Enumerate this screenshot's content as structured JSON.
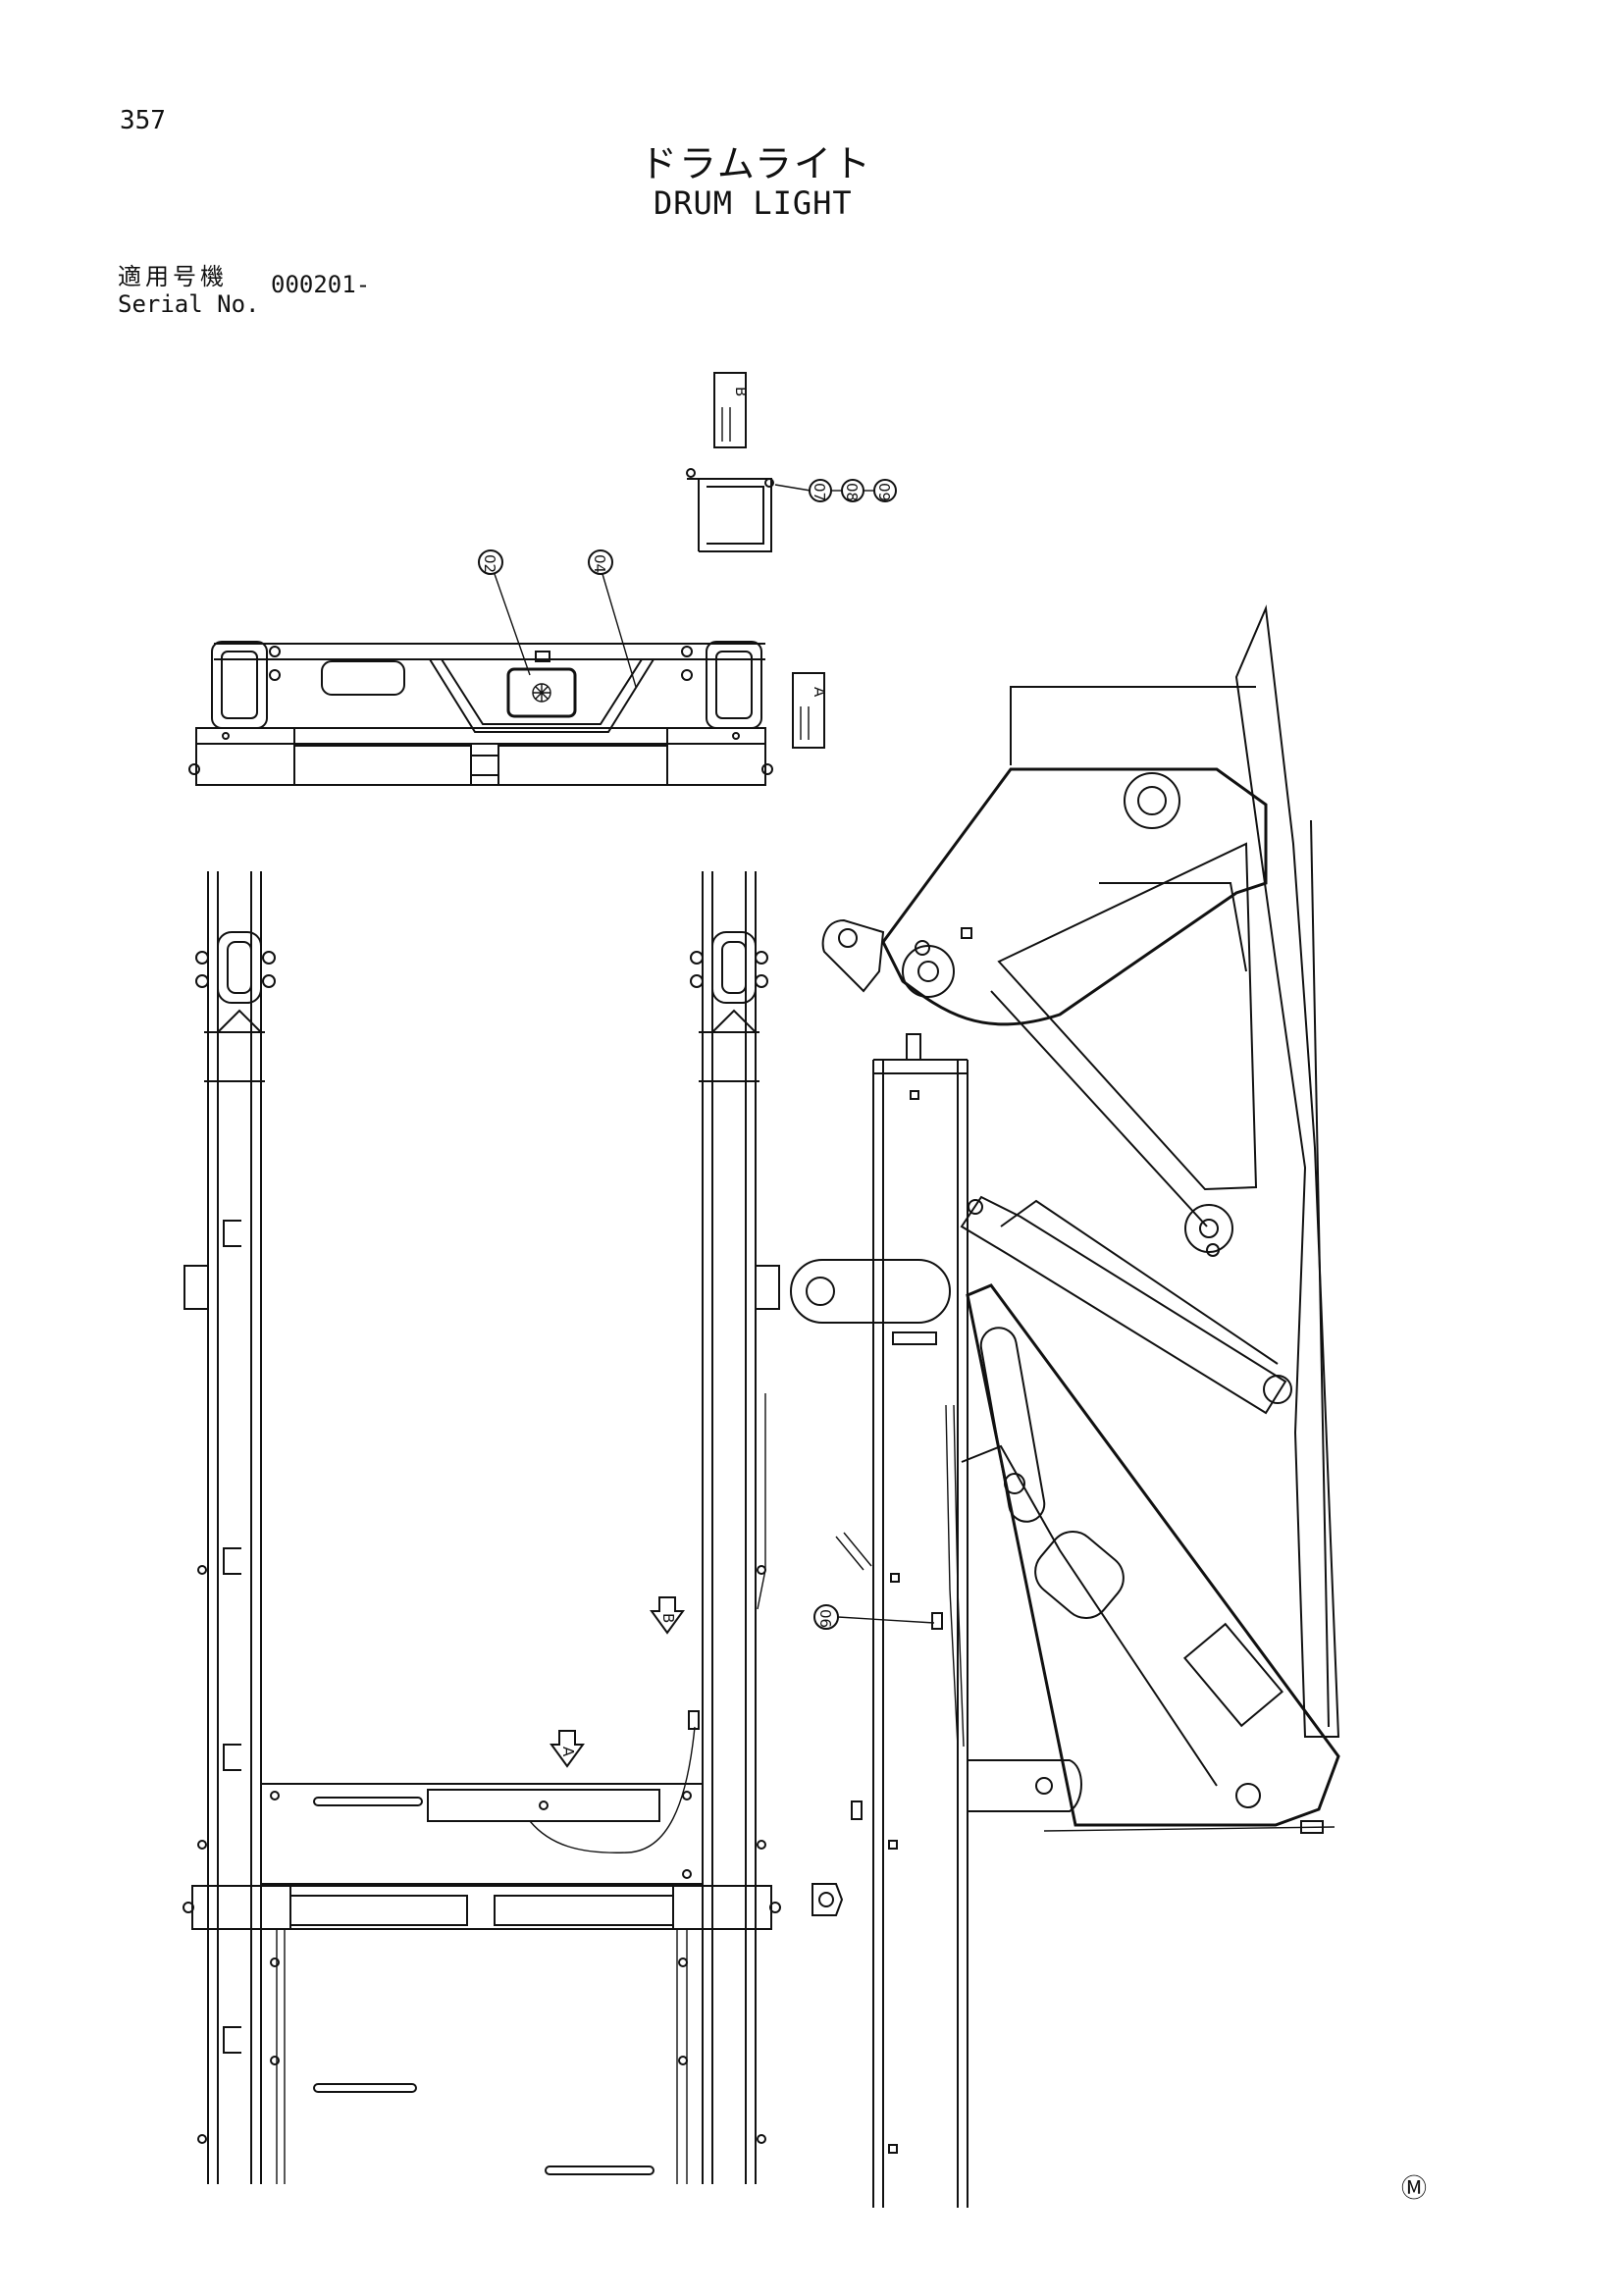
{
  "header": {
    "page_number": "357",
    "title_jp": "ドラムライト",
    "title_en": "DRUM LIGHT",
    "serial_label_jp": "適用号機",
    "serial_label_en": "Serial No.",
    "serial_value": "000201-"
  },
  "callouts": {
    "c02": "02",
    "c04": "04",
    "c06": "06",
    "c07": "07",
    "c08": "08",
    "c09": "09"
  },
  "views": {
    "view_a_letter": "A",
    "view_b_letter": "B",
    "view_a_arrow": "A",
    "view_b_arrow": "B"
  },
  "footer": {
    "maker_mark": "Ⓜ"
  }
}
